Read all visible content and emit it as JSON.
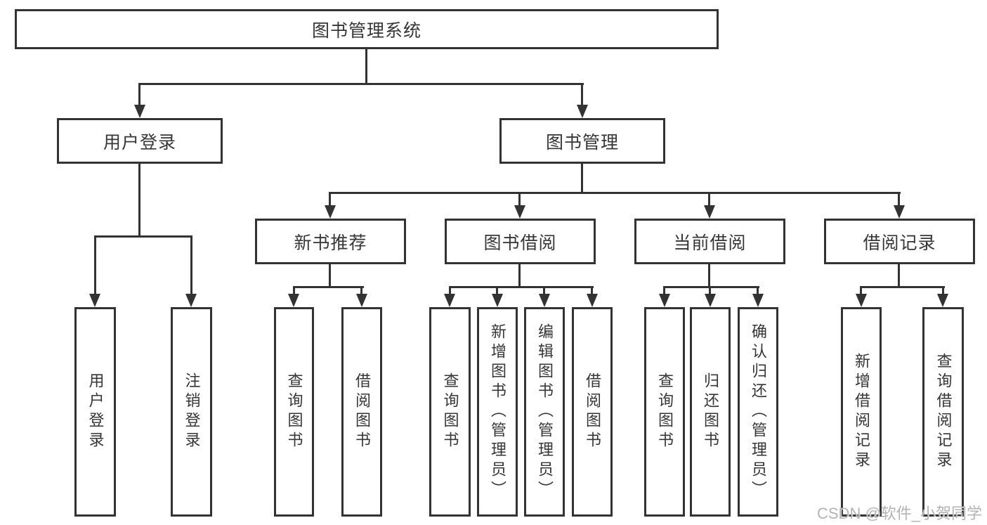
{
  "root": {
    "label": "图书管理系统"
  },
  "branches": [
    {
      "label": "用户登录",
      "leaves": [
        {
          "label": "用户登录"
        },
        {
          "label": "注销登录"
        }
      ]
    },
    {
      "label": "图书管理",
      "sections": [
        {
          "label": "新书推荐",
          "leaves": [
            {
              "label": "查询图书"
            },
            {
              "label": "借阅图书"
            }
          ]
        },
        {
          "label": "图书借阅",
          "leaves": [
            {
              "label": "查询图书"
            },
            {
              "label": "新增图书（管理员）"
            },
            {
              "label": "编辑图书（管理员）"
            },
            {
              "label": "借阅图书"
            }
          ]
        },
        {
          "label": "当前借阅",
          "leaves": [
            {
              "label": "查询图书"
            },
            {
              "label": "归还图书"
            },
            {
              "label": "确认归还（管理员）"
            }
          ]
        },
        {
          "label": "借阅记录",
          "leaves": [
            {
              "label": "新增借阅记录"
            },
            {
              "label": "查询借阅记录"
            }
          ]
        }
      ]
    }
  ],
  "watermark": {
    "text": "CSDN @软件_小贺同学"
  },
  "colors": {
    "line": "#333333",
    "text": "#363636",
    "watermark": "#b3b3b3",
    "bg": "#ffffff"
  }
}
